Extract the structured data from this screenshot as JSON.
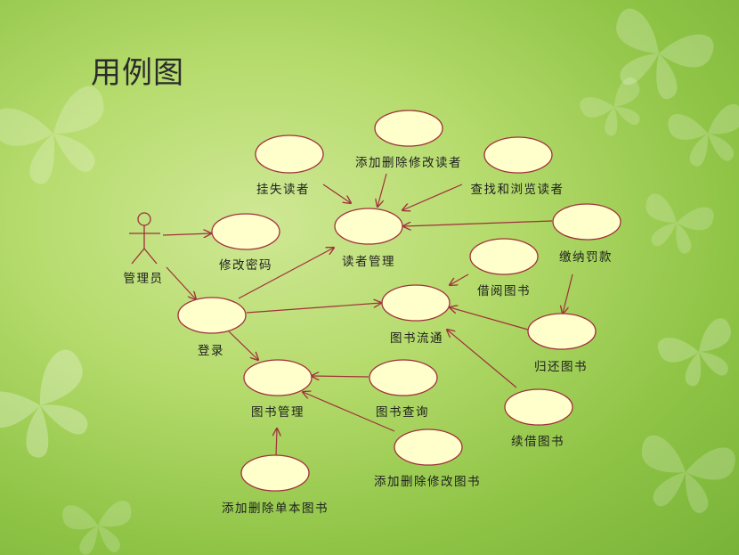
{
  "slide": {
    "title": "用例图"
  },
  "diagram": {
    "actor": {
      "id": "admin",
      "label": "管理员"
    },
    "use_cases": [
      {
        "id": "gs",
        "label": "挂失读者"
      },
      {
        "id": "tj",
        "label": "添加删除修改读者"
      },
      {
        "id": "cz",
        "label": "查找和浏览读者"
      },
      {
        "id": "dz",
        "label": "读者管理"
      },
      {
        "id": "jf",
        "label": "缴纳罚款"
      },
      {
        "id": "xg",
        "label": "修改密码"
      },
      {
        "id": "dl",
        "label": "登录"
      },
      {
        "id": "jy",
        "label": "借阅图书"
      },
      {
        "id": "lt",
        "label": "图书流通"
      },
      {
        "id": "gh",
        "label": "归还图书"
      },
      {
        "id": "gl",
        "label": "图书管理"
      },
      {
        "id": "cx",
        "label": "图书查询"
      },
      {
        "id": "xj",
        "label": "续借图书"
      },
      {
        "id": "tjs",
        "label": "添加删除修改图书"
      },
      {
        "id": "tjd",
        "label": "添加删除单本图书"
      }
    ],
    "relations": [
      [
        "admin",
        "xg"
      ],
      [
        "admin",
        "dl"
      ],
      [
        "dl",
        "dz"
      ],
      [
        "dl",
        "lt"
      ],
      [
        "dl",
        "gl"
      ],
      [
        "gs",
        "dz"
      ],
      [
        "tj",
        "dz"
      ],
      [
        "cz",
        "dz"
      ],
      [
        "jf",
        "dz"
      ],
      [
        "jf",
        "gh"
      ],
      [
        "jy",
        "lt"
      ],
      [
        "gh",
        "lt"
      ],
      [
        "xj",
        "lt"
      ],
      [
        "cx",
        "gl"
      ],
      [
        "tjs",
        "gl"
      ],
      [
        "tjd",
        "gl"
      ]
    ]
  }
}
